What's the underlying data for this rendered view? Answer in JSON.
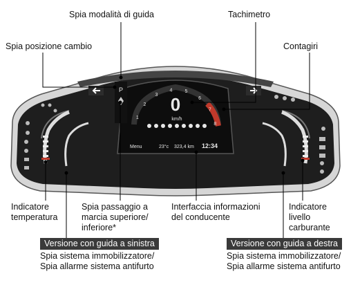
{
  "labels": {
    "drive_mode": "Spia modalità di guida",
    "speedometer": "Tachimetro",
    "gear_position": "Spia posizione cambio",
    "tachometer": "Contagiri",
    "temperature": "Indicatore temperatura",
    "shift_indicator": "Spia passaggio a marcia superiore/ inferiore*",
    "driver_info": "Interfaccia informazioni del conducente",
    "fuel": "Indicatore livello carburante"
  },
  "versions": {
    "left": {
      "title": "Versione con guida a sinistra",
      "line1": "Spia sistema immobilizzatore/",
      "line2": "Spia allarme sistema antifurto"
    },
    "right": {
      "title": "Versione con guida a destra",
      "line1": "Spia sistema immobilizzatore/",
      "line2": "Spia allarme sistema antifurto"
    }
  },
  "display": {
    "speed": "0",
    "speed_unit": "km/h",
    "menu": "Menu",
    "outside_temp": "23°c",
    "odometer": "323,4 km",
    "clock": "12:34",
    "gear": "P",
    "tach_ticks": [
      "1",
      "2",
      "3",
      "4",
      "5",
      "6",
      "7",
      "8"
    ]
  },
  "colors": {
    "background": "#ffffff",
    "cluster_dark": "#1a1a1a",
    "band": "#3a3a3a",
    "gauge_red": "#c0392b"
  }
}
